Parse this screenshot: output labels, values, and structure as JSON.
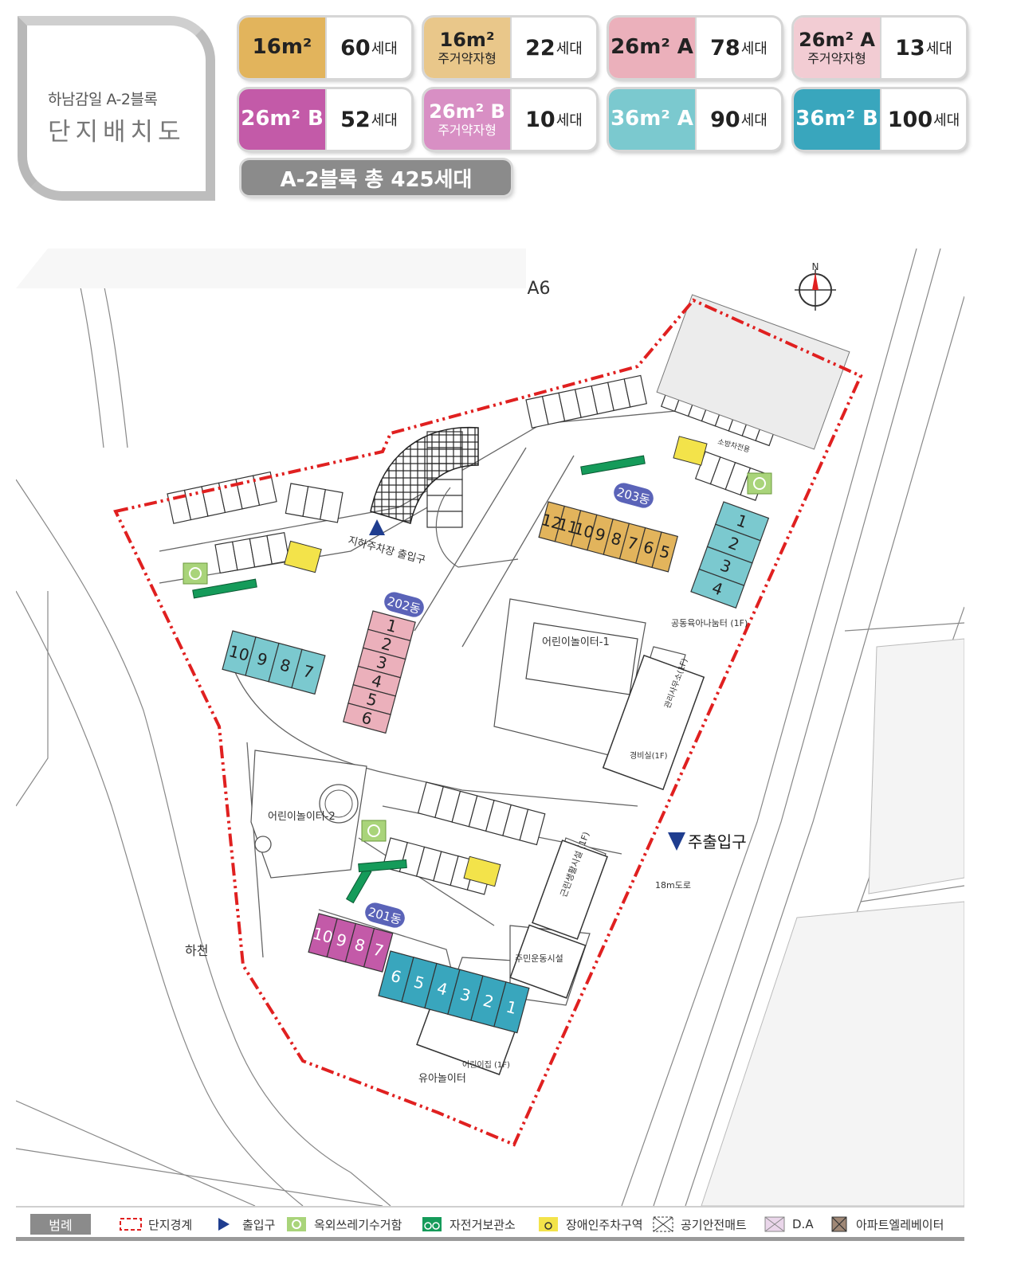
{
  "header": {
    "subtitle": "하남감일 A-2블록",
    "title": "단지배치도"
  },
  "units": [
    {
      "type": "16m²",
      "sub": "",
      "count": "60",
      "unit": "세대",
      "color": "#e2b45c"
    },
    {
      "type": "16m²",
      "sub": "주거약자형",
      "count": "22",
      "unit": "세대",
      "color": "#e9c78a"
    },
    {
      "type": "26m² A",
      "sub": "",
      "count": "78",
      "unit": "세대",
      "color": "#ebb0bb"
    },
    {
      "type": "26m² A",
      "sub": "주거약자형",
      "count": "13",
      "unit": "세대",
      "color": "#f2ccd3"
    },
    {
      "type": "26m² B",
      "sub": "",
      "count": "52",
      "unit": "세대",
      "color": "#c35aa8",
      "textColor": "#ffffff"
    },
    {
      "type": "26m² B",
      "sub": "주거약자형",
      "count": "10",
      "unit": "세대",
      "color": "#d88fc4",
      "textColor": "#ffffff"
    },
    {
      "type": "36m² A",
      "sub": "",
      "count": "90",
      "unit": "세대",
      "color": "#7bc9cf",
      "textColor": "#ffffff"
    },
    {
      "type": "36m² B",
      "sub": "",
      "count": "100",
      "unit": "세대",
      "color": "#39a6bd",
      "textColor": "#ffffff"
    }
  ],
  "total": "A-2블록 총 425세대",
  "map": {
    "north": "N",
    "top_label": "A6",
    "river_label": "하천",
    "road_label": "18m도로",
    "main_entrance": "주출입구",
    "parking_entrance": "지하주차장\n출입구",
    "playground1": "어린이놀이터-1",
    "playground2": "어린이놀이터-2",
    "infant_playground": "유아놀이터",
    "daycare": "공동육아나눔터\n(1F)",
    "office": "관리사무소(1F)",
    "guard": "경비실(1F)",
    "retail": "근린생활시설\n(1F)",
    "fitness": "주민운동시설",
    "kids_house": "어린이집\n(1F)",
    "fire_lane": "소방차전용",
    "building_203": "203동",
    "building_202": "202동",
    "building_201": "201동",
    "b203_units_top": [
      "12",
      "11",
      "10",
      "9",
      "8",
      "7",
      "6",
      "5"
    ],
    "b203_units_side": [
      "1",
      "2",
      "3",
      "4"
    ],
    "b202_units_left": [
      "10",
      "9",
      "8",
      "7"
    ],
    "b202_units_right": [
      "1",
      "2",
      "3",
      "4",
      "5",
      "6"
    ],
    "b201_units_left": [
      "10",
      "9",
      "8",
      "7"
    ],
    "b201_units_right": [
      "6",
      "5",
      "4",
      "3",
      "2",
      "1"
    ]
  },
  "legend": {
    "title": "범례",
    "items": [
      {
        "label": "단지경계",
        "icon": "boundary-line"
      },
      {
        "label": "출입구",
        "icon": "entrance-triangle"
      },
      {
        "label": "옥외쓰레기수거함",
        "icon": "recycle-icon"
      },
      {
        "label": "자전거보관소",
        "icon": "bicycle-icon"
      },
      {
        "label": "장애인주차구역",
        "icon": "wheelchair-icon"
      },
      {
        "label": "공기안전매트",
        "icon": "air-mat-icon"
      },
      {
        "label": "D.A",
        "icon": "da-icon"
      },
      {
        "label": "아파트엘레베이터",
        "icon": "elevator-icon"
      }
    ]
  },
  "colors": {
    "boundary": "#e02020",
    "entrance": "#1f3d8f",
    "badge": "#5a63b8",
    "recycle": "#a9d47a",
    "bicycle": "#159b5a",
    "accessible": "#f3e34a",
    "da": "#ead6ea",
    "elevator": "#a08876"
  }
}
